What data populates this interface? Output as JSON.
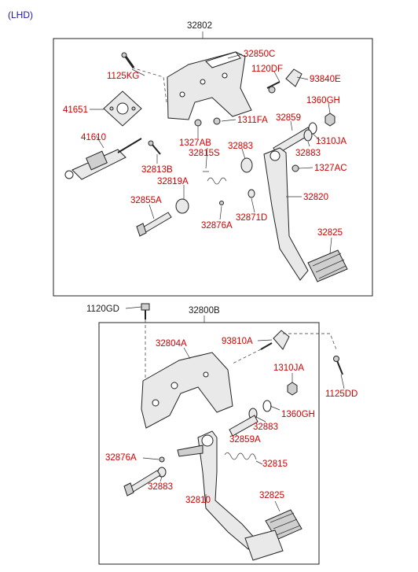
{
  "variant_label": "(LHD)",
  "upper_assembly": {
    "title": "32802",
    "parts": {
      "p_32850C": "32850C",
      "p_1125KG": "1125KG",
      "p_1120DF": "1120DF",
      "p_93840E": "93840E",
      "p_41651": "41651",
      "p_1360GH": "1360GH",
      "p_1311FA": "1311FA",
      "p_32859": "32859",
      "p_41610": "41610",
      "p_1327AB": "1327AB",
      "p_32815S": "32815S",
      "p_32883_a": "32883",
      "p_32883_b": "32883",
      "p_1310JA": "1310JA",
      "p_32813B": "32813B",
      "p_1327AC": "1327AC",
      "p_32819A": "32819A",
      "p_32820": "32820",
      "p_32855A": "32855A",
      "p_32871D": "32871D",
      "p_32876A": "32876A",
      "p_32825": "32825"
    }
  },
  "lower_assembly": {
    "title": "32800B",
    "parts": {
      "p_1120GD": "1120GD",
      "p_32804A": "32804A",
      "p_93810A": "93810A",
      "p_1310JA": "1310JA",
      "p_1125DD": "1125DD",
      "p_1360GH": "1360GH",
      "p_32883_a": "32883",
      "p_32859A": "32859A",
      "p_32876A": "32876A",
      "p_32815": "32815",
      "p_32883_b": "32883",
      "p_32810": "32810",
      "p_32825": "32825"
    }
  }
}
